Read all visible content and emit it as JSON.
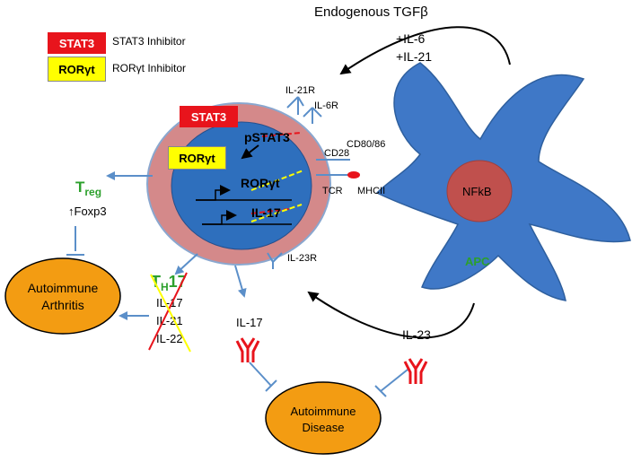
{
  "legend": {
    "stat3_box": "STAT3",
    "stat3_text": "STAT3 Inhibitor",
    "ror_box": "RORγt",
    "ror_text": "RORγt Inhibitor"
  },
  "top": {
    "tgf": "Endogenous TGFβ",
    "il6": "+IL-6",
    "il21": "+IL-21"
  },
  "cell": {
    "stat3": "STAT3",
    "pstat3": "pSTAT3",
    "ror_box": "RORγt",
    "ror_gene": "RORγt",
    "il17_gene": "IL-17"
  },
  "receptors": {
    "il21r": "IL-21R",
    "il6r": "IL-6R",
    "cd28": "CD28",
    "cd80": "CD80/86",
    "tcr": "TCR",
    "mhc": "MHCII",
    "il23r": "IL-23R"
  },
  "apc": {
    "nfkb": "NFkB",
    "label": "APC"
  },
  "treg": {
    "t": "T",
    "sub": "reg",
    "foxp3": "Foxp3"
  },
  "th17": {
    "t": "T",
    "sub": "H",
    "num": "17",
    "il17": "IL-17",
    "il21": "IL-21",
    "il22": "IL-22"
  },
  "secreted": {
    "il17": "IL-17",
    "il23": "IL-23"
  },
  "outcomes": {
    "arthritis_line1": "Autoimmune",
    "arthritis_line2": "Arthritis",
    "disease_line1": "Autoimmune",
    "disease_line2": "Disease"
  },
  "colors": {
    "red": "#e8141c",
    "yellow": "#ffff00",
    "cell_outer": "#d4898a",
    "cell_inner": "#2e6fbd",
    "apc": "#3f78c7",
    "nfkb": "#c0504d",
    "orange": "#f39c12",
    "green": "#2ca02c",
    "arrow": "#5b8fc9"
  }
}
